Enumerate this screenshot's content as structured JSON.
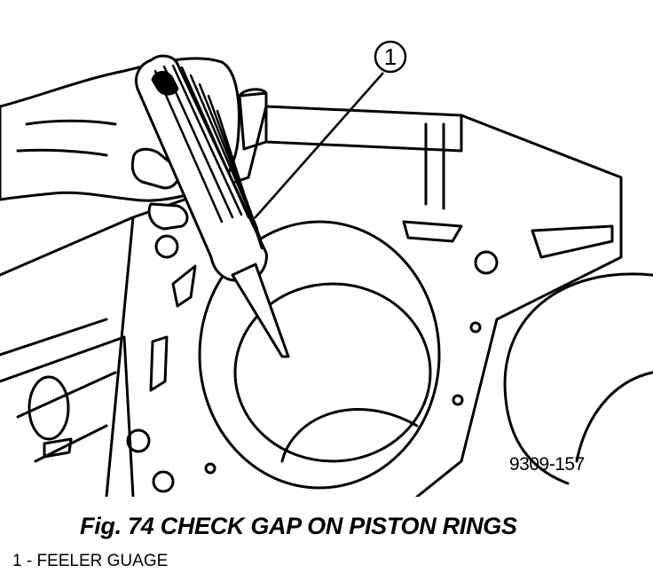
{
  "illustration": {
    "callout_number": "1",
    "drawing_code": "9309-157"
  },
  "caption": {
    "figure_title": "Fig. 74 CHECK GAP ON PISTON RINGS"
  },
  "legend": {
    "items": [
      {
        "text": "1 - FEELER GUAGE"
      }
    ]
  }
}
